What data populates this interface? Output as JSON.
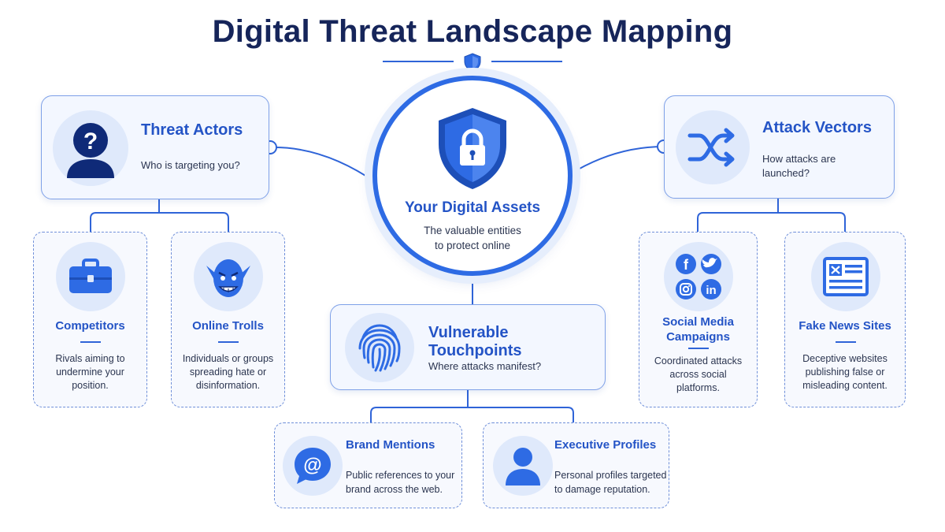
{
  "title": "Digital Threat Landscape Mapping",
  "center": {
    "title": "Your Digital Assets",
    "subtitle_line1": "The valuable entities",
    "subtitle_line2": "to protect online",
    "icon": "shield-lock-icon"
  },
  "threat_actors": {
    "title": "Threat Actors",
    "subtitle": "Who is targeting you?",
    "icon": "person-question-icon",
    "children": [
      {
        "title": "Competitors",
        "desc_lines": [
          "Rivals aiming to",
          "undermine your",
          "position."
        ],
        "icon": "briefcase-icon"
      },
      {
        "title": "Online Trolls",
        "desc_lines": [
          "Individuals or groups",
          "spreading hate or",
          "disinformation."
        ],
        "icon": "troll-face-icon"
      }
    ]
  },
  "attack_vectors": {
    "title": "Attack Vectors",
    "subtitle_line1": "How attacks are",
    "subtitle_line2": "launched?",
    "icon": "shuffle-arrows-icon",
    "children": [
      {
        "title_lines": [
          "Social Media",
          "Campaigns"
        ],
        "desc_lines": [
          "Coordinated attacks",
          "across social",
          "platforms."
        ],
        "icon": "social-media-icons"
      },
      {
        "title": "Fake News Sites",
        "desc_lines": [
          "Deceptive websites",
          "publishing false or",
          "misleading content."
        ],
        "icon": "newspaper-icon"
      }
    ]
  },
  "touchpoints": {
    "title": "Vulnerable Touchpoints",
    "subtitle": "Where attacks manifest?",
    "icon": "fingerprint-icon",
    "children": [
      {
        "title": "Brand Mentions",
        "desc_lines": [
          "Public references to your",
          "brand across the web."
        ],
        "icon": "at-sign-bubble-icon"
      },
      {
        "title": "Executive Profiles",
        "desc_lines": [
          "Personal profiles targeted",
          "to damage reputation."
        ],
        "icon": "person-icon"
      }
    ]
  },
  "colors": {
    "primary": "#2e6be4",
    "dark_title": "#16255a",
    "accent_text": "#2454c6",
    "card_bg": "#f3f7ff"
  }
}
